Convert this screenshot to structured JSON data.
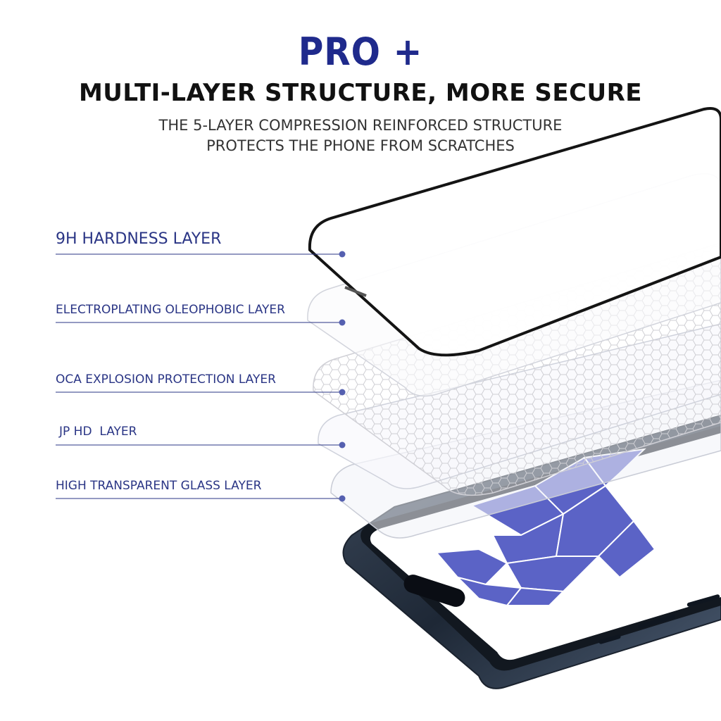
{
  "header": {
    "brand": "PRO +",
    "title": "MULTI-LAYER STRUCTURE, MORE SECURE",
    "subtitle_line1": "THE 5-LAYER COMPRESSION REINFORCED STRUCTURE",
    "subtitle_line2": "PROTECTS THE PHONE FROM SCRATCHES"
  },
  "layers": [
    {
      "label": "9H HARDNESS LAYER"
    },
    {
      "label": "ELECTROPLATING OLEOPHOBIC LAYER"
    },
    {
      "label": "OCA EXPLOSION PROTECTION LAYER"
    },
    {
      "label": "JP HD  LAYER"
    },
    {
      "label": "HIGH TRANSPARENT GLASS LAYER"
    }
  ],
  "colors": {
    "brand": "#1f2a8c",
    "label": "#2a3585",
    "line": "#2a3585",
    "dot": "#5560b0",
    "frame": "#111111",
    "phone_body": "#2b3848",
    "wallpaper_figure": "#5b63c6"
  }
}
